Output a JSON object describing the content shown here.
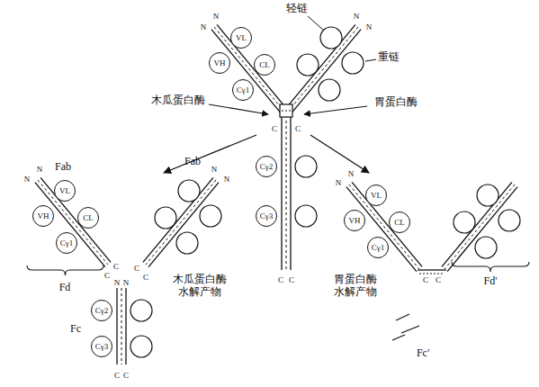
{
  "diagram": {
    "nodes": [
      {
        "text": [
          "VL"
        ]
      },
      {
        "text": [
          "VH"
        ]
      },
      {
        "text": [
          "CL"
        ]
      },
      {
        "text": [
          "Cγ1"
        ]
      },
      {
        "text": [
          "Cγ2"
        ]
      },
      {
        "text": [
          "Cγ3"
        ]
      },
      {
        "text": [
          "VL"
        ]
      },
      {
        "text": [
          "VH"
        ]
      },
      {
        "text": [
          "CL"
        ]
      },
      {
        "text": [
          "Cγ1"
        ]
      },
      {
        "text": [
          "Cγ2"
        ]
      },
      {
        "text": [
          "Cγ3"
        ]
      },
      {
        "text": [
          "VL"
        ]
      },
      {
        "text": [
          "VH"
        ]
      },
      {
        "text": [
          "CL"
        ]
      },
      {
        "text": [
          "Cγ1"
        ]
      }
    ],
    "labels": [
      "轻链",
      "重链",
      "木瓜蛋白酶",
      "胃蛋白酶",
      "N",
      "N",
      "N",
      "N",
      "C",
      "C",
      "C",
      "C",
      "Fab",
      "N",
      "N",
      "C",
      "C",
      "Fd",
      "Fab",
      "N",
      "N",
      "C",
      "C",
      "N",
      "N",
      "C",
      "C",
      "Fc",
      "木瓜蛋白酶 水解产物",
      "N",
      "N",
      "C",
      "C",
      "胃蛋白酶 水解产物",
      "Fd'",
      "Fc'"
    ]
  }
}
